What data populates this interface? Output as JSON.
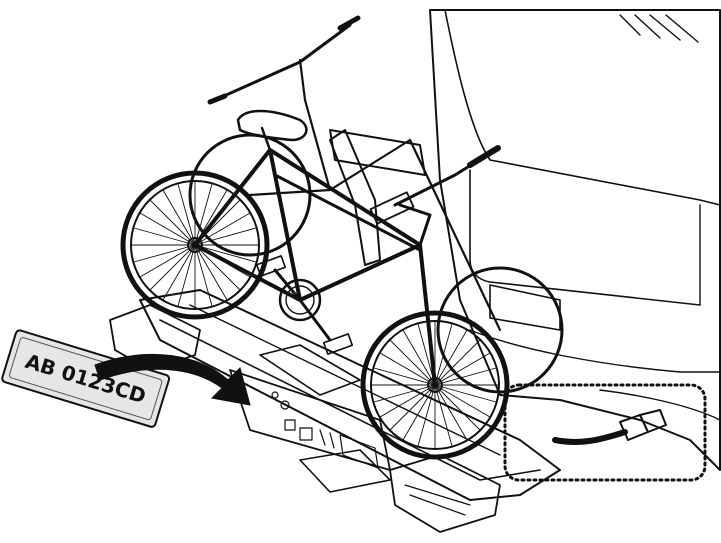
{
  "license_plate": {
    "text": "AB 0123CD"
  },
  "callout": {
    "shape": "dotted rounded rectangle",
    "subject": "power-cable-connector"
  },
  "colors": {
    "line": "#111111",
    "background": "#ffffff",
    "plate_fill": "#e6e6e6",
    "vehicle_fill": "#ffffff"
  }
}
